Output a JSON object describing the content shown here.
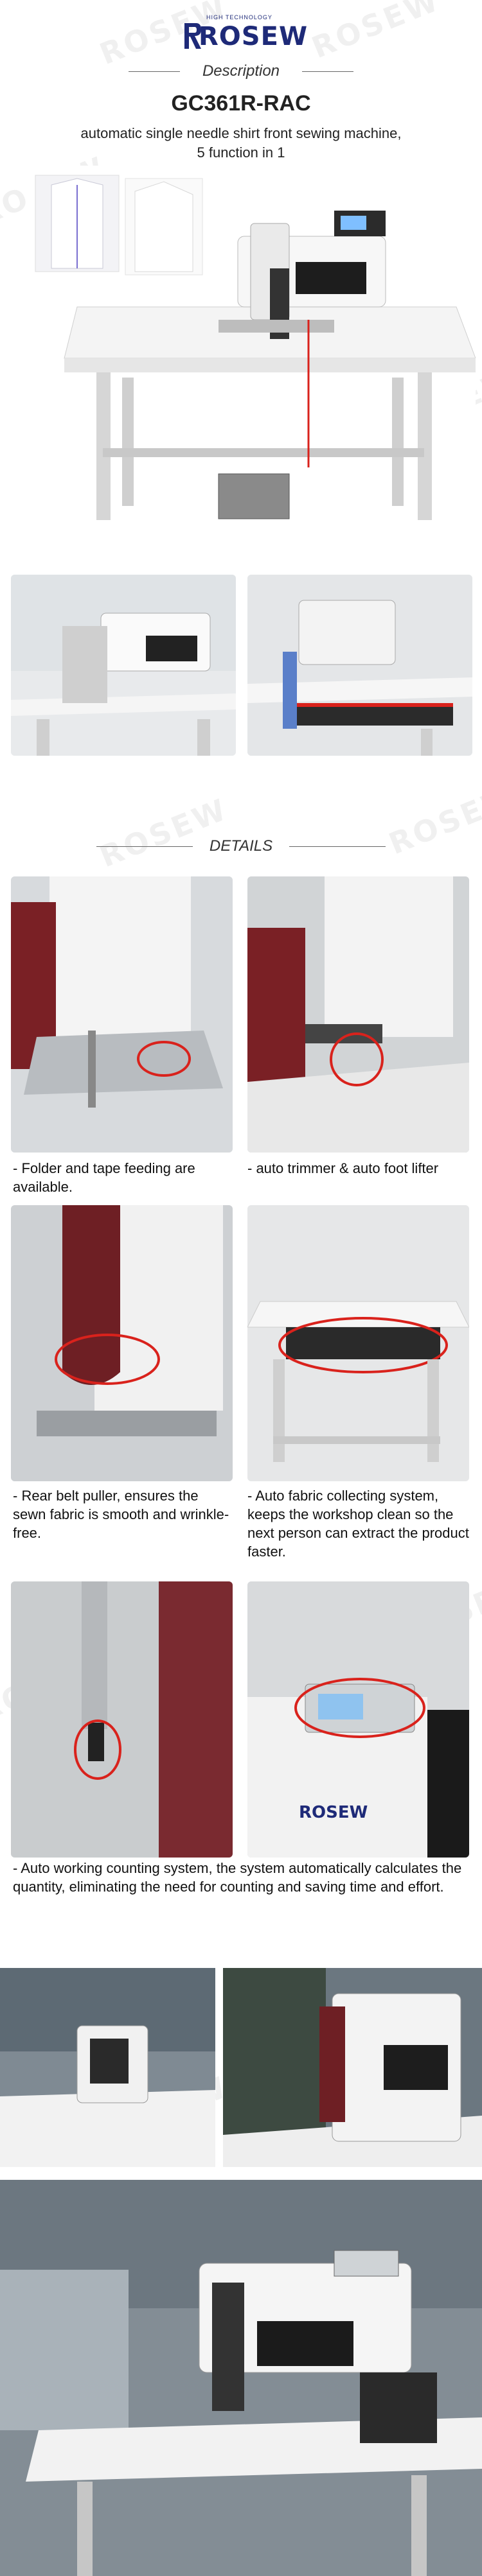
{
  "brand": {
    "logo_top": "HIGH TECHNOLOGY",
    "logo_name": "ROSEW",
    "watermark": "ROSEW"
  },
  "description": {
    "heading": "Description",
    "product_title": "GC361R-RAC",
    "subtitle_line1": "automatic single needle shirt front sewing machine,",
    "subtitle_line2": "5 function in 1"
  },
  "details": {
    "heading": "DETAILS",
    "captions": {
      "folder": "- Folder and tape feeding are available.",
      "trimmer": "- auto trimmer & auto foot lifter",
      "puller": "- Rear belt puller, ensures the sewn fabric is smooth and wrinkle-free.",
      "collector": "- Auto fabric collecting system, keeps the workshop clean so the next person can extract the product faster.",
      "counter": "- Auto working counting system, the system automatically calculates the quantity, eliminating the need for counting and saving time and effort."
    }
  },
  "colors": {
    "brand_blue": "#1e2a78",
    "highlight_red": "#d9221c",
    "table_white": "#f4f4f4"
  }
}
